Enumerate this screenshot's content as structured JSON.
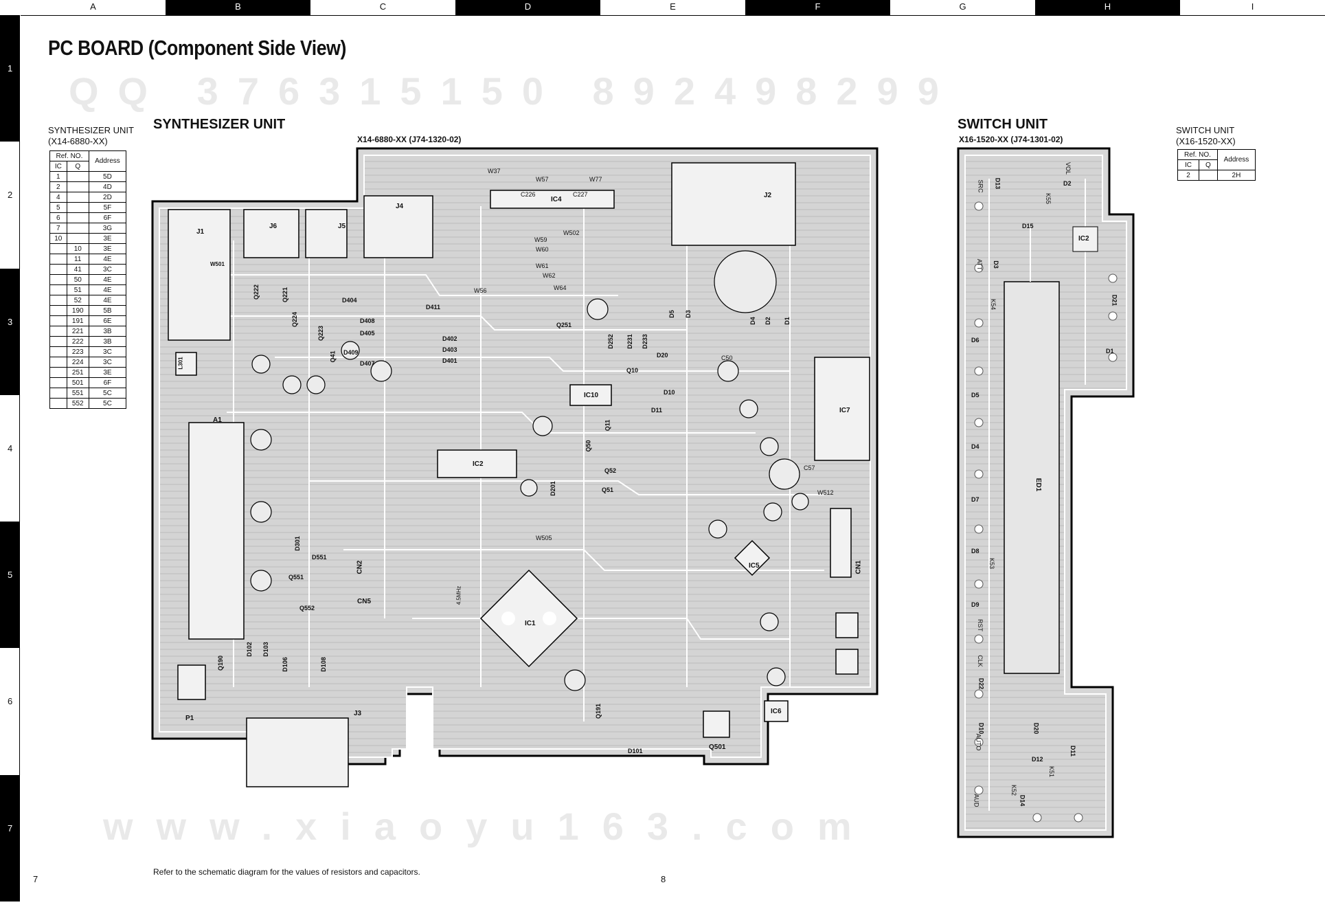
{
  "columns": [
    "A",
    "B",
    "C",
    "D",
    "E",
    "F",
    "G",
    "H",
    "I"
  ],
  "rows": [
    "1",
    "2",
    "3",
    "4",
    "5",
    "6",
    "7"
  ],
  "title": "PC BOARD (Component Side View)",
  "watermarks": {
    "row1": "QQ 376315150 892498299",
    "row2": "www.xiaoyu163.com"
  },
  "synth_ref": {
    "caption_line1": "SYNTHESIZER UNIT",
    "caption_line2": "(X14-6880-XX)",
    "header_ref": "Ref. NO.",
    "header_ic": "IC",
    "header_q": "Q",
    "header_address": "Address",
    "rows": [
      {
        "ic": "1",
        "q": "",
        "addr": "5D"
      },
      {
        "ic": "2",
        "q": "",
        "addr": "4D"
      },
      {
        "ic": "4",
        "q": "",
        "addr": "2D"
      },
      {
        "ic": "5",
        "q": "",
        "addr": "5F"
      },
      {
        "ic": "6",
        "q": "",
        "addr": "6F"
      },
      {
        "ic": "7",
        "q": "",
        "addr": "3G"
      },
      {
        "ic": "10",
        "q": "",
        "addr": "3E"
      },
      {
        "ic": "",
        "q": "10",
        "addr": "3E"
      },
      {
        "ic": "",
        "q": "11",
        "addr": "4E"
      },
      {
        "ic": "",
        "q": "41",
        "addr": "3C"
      },
      {
        "ic": "",
        "q": "50",
        "addr": "4E"
      },
      {
        "ic": "",
        "q": "51",
        "addr": "4E"
      },
      {
        "ic": "",
        "q": "52",
        "addr": "4E"
      },
      {
        "ic": "",
        "q": "190",
        "addr": "5B"
      },
      {
        "ic": "",
        "q": "191",
        "addr": "6E"
      },
      {
        "ic": "",
        "q": "221",
        "addr": "3B"
      },
      {
        "ic": "",
        "q": "222",
        "addr": "3B"
      },
      {
        "ic": "",
        "q": "223",
        "addr": "3C"
      },
      {
        "ic": "",
        "q": "224",
        "addr": "3C"
      },
      {
        "ic": "",
        "q": "251",
        "addr": "3E"
      },
      {
        "ic": "",
        "q": "501",
        "addr": "6F"
      },
      {
        "ic": "",
        "q": "551",
        "addr": "5C"
      },
      {
        "ic": "",
        "q": "552",
        "addr": "5C"
      }
    ]
  },
  "switch_ref": {
    "caption_line1": "SWITCH UNIT",
    "caption_line2": "(X16-1520-XX)",
    "header_ref": "Ref. NO.",
    "header_ic": "IC",
    "header_q": "Q",
    "header_address": "Address",
    "rows": [
      {
        "ic": "2",
        "q": "",
        "addr": "2H"
      }
    ]
  },
  "synth_board": {
    "title": "SYNTHESIZER UNIT",
    "part_no": "X14-6880-XX (J74-1320-02)",
    "components": {
      "J1": "J1",
      "J6": "J6",
      "J5": "J5",
      "J4": "J4",
      "J2": "J2",
      "J3": "J3",
      "A1": "A1",
      "P1": "P1",
      "IC1": "IC1",
      "IC2": "IC2",
      "IC4": "IC4",
      "IC5": "IC5",
      "IC6": "IC6",
      "IC7": "IC7",
      "IC10": "IC10",
      "CN1": "CN1",
      "CN2": "CN2",
      "CN5": "CN5",
      "L301": "L301",
      "Q501": "Q501"
    },
    "labels": {
      "w501": "W501",
      "q222": "Q222",
      "q221": "Q221",
      "q224": "Q224",
      "q223": "Q223",
      "q41": "Q41",
      "d404": "D404",
      "d408": "D408",
      "d405": "D405",
      "d409": "D409",
      "d407": "D407",
      "d411": "D411",
      "d402": "D402",
      "d403": "D403",
      "d401": "D401",
      "d251": "Q251",
      "d252": "D252",
      "d231": "D231",
      "d233": "D233",
      "d5": "D5",
      "d3": "D3",
      "d4": "D4",
      "d2": "D2",
      "d1": "D1",
      "d20": "D20",
      "d10": "D10",
      "d11": "D11",
      "q10": "Q10",
      "q11": "Q11",
      "q50": "Q50",
      "q52": "Q52",
      "q51": "Q51",
      "q551": "Q551",
      "q552": "Q552",
      "q190": "Q190",
      "q191": "Q191",
      "d551": "D551",
      "d301": "D301",
      "d201": "D201",
      "d101": "D101",
      "d102": "D102",
      "d103": "D103",
      "d106": "D106",
      "d108": "D108",
      "c57": "C57",
      "c50": "C50",
      "w37": "W37",
      "w57": "W57",
      "w77": "W77",
      "c226": "C226",
      "c227": "C227",
      "w56": "W56",
      "w59": "W59",
      "w60": "W60",
      "w61": "W61",
      "w62": "W62",
      "w64": "W64",
      "w502": "W502",
      "w505": "W505",
      "w512": "W512",
      "x1": "4.5MHz"
    }
  },
  "switch_board": {
    "title": "SWITCH UNIT",
    "part_no": "X16-1520-XX (J74-1301-02)",
    "components": {
      "IC2": "IC2",
      "ED1": "ED1"
    },
    "labels": {
      "d13": "D13",
      "d2": "D2",
      "d15": "D15",
      "d3": "D3",
      "d21": "D21",
      "d6": "D6",
      "d1": "D1",
      "d5": "D5",
      "d4": "D4",
      "d7": "D7",
      "d8": "D8",
      "d9": "D9",
      "d22": "D22",
      "d10": "D10",
      "d20": "D20",
      "d12": "D12",
      "d11": "D11",
      "d14": "D14",
      "src": "SRC",
      "vol": "VOL",
      "att": "ATT",
      "rst": "RST",
      "clk": "CLK",
      "auto": "AUTO",
      "aud": "AUD",
      "s1": "K51",
      "s2": "K52",
      "s3": "K53",
      "s4": "K54",
      "s5": "K55"
    }
  },
  "footer": {
    "note": "Refer to the schematic diagram for the values of resistors and capacitors.",
    "page_left": "7",
    "page_right": "8"
  }
}
